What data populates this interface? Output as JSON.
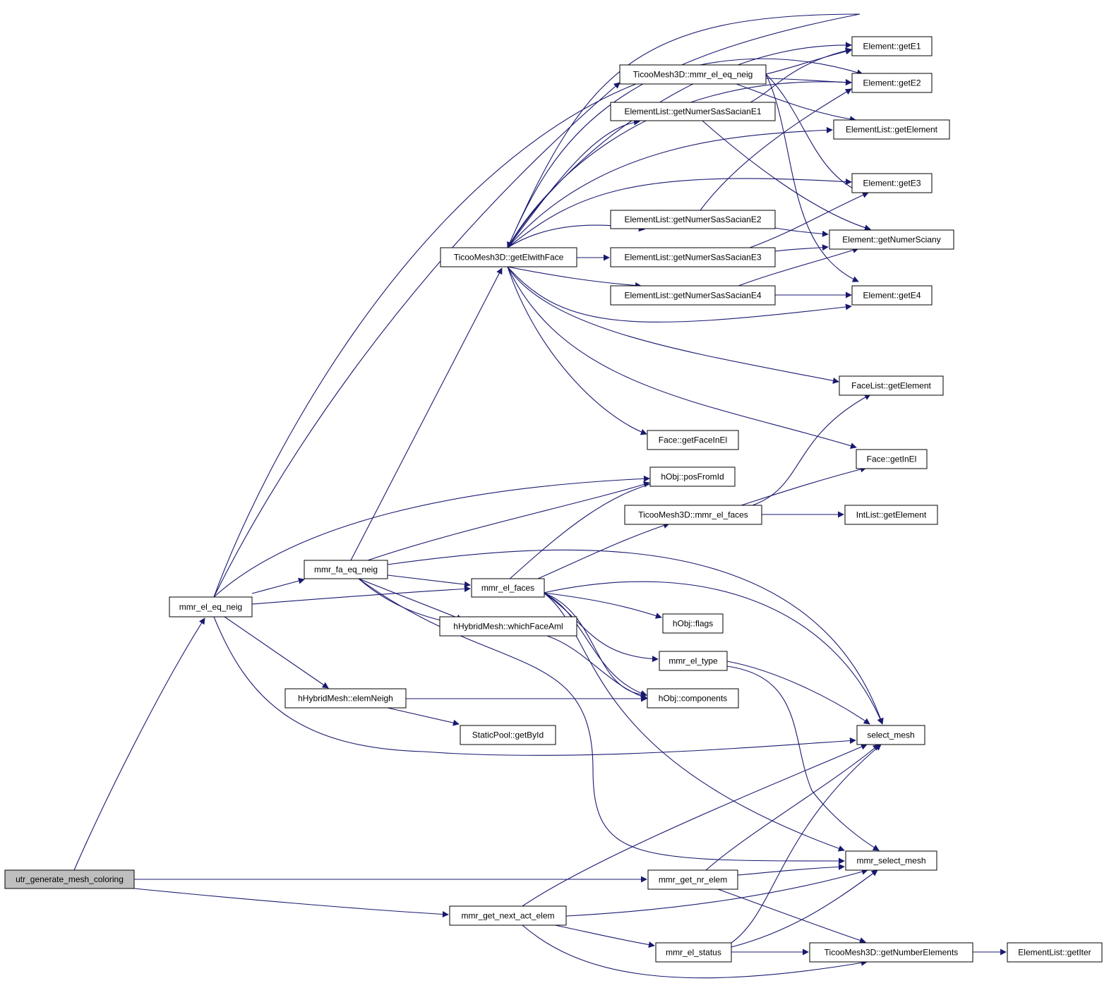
{
  "diagram": {
    "type": "call-graph",
    "root_fill": "#bfbfbf",
    "edge_color": "#191970",
    "nodes": [
      {
        "id": "utr",
        "label": "utr_generate_mesh_coloring",
        "root": true
      },
      {
        "id": "eqneig",
        "label": "mmr_el_eq_neig"
      },
      {
        "id": "faeqneig",
        "label": "mmr_fa_eq_neig"
      },
      {
        "id": "elfaces",
        "label": "mmr_el_faces"
      },
      {
        "id": "getElwithFace",
        "label": "TicooMesh3D::getElwithFace"
      },
      {
        "id": "tm_eqneig",
        "label": "TicooMesh3D::mmr_el_eq_neig"
      },
      {
        "id": "sas1",
        "label": "ElementList::getNumerSasSacianE1"
      },
      {
        "id": "sas2",
        "label": "ElementList::getNumerSasSacianE2"
      },
      {
        "id": "sas3",
        "label": "ElementList::getNumerSasSacianE3"
      },
      {
        "id": "sas4",
        "label": "ElementList::getNumerSasSacianE4"
      },
      {
        "id": "getE1",
        "label": "Element::getE1"
      },
      {
        "id": "getE2",
        "label": "Element::getE2"
      },
      {
        "id": "elList_getElement",
        "label": "ElementList::getElement"
      },
      {
        "id": "getE3",
        "label": "Element::getE3"
      },
      {
        "id": "getNumerSciany",
        "label": "Element::getNumerSciany"
      },
      {
        "id": "getE4",
        "label": "Element::getE4"
      },
      {
        "id": "faceList_getElement",
        "label": "FaceList::getElement"
      },
      {
        "id": "getFaceInEl",
        "label": "Face::getFaceInEl"
      },
      {
        "id": "getInEl",
        "label": "Face::getInEl"
      },
      {
        "id": "posFromId",
        "label": "hObj::posFromId"
      },
      {
        "id": "tm_elfaces",
        "label": "TicooMesh3D::mmr_el_faces"
      },
      {
        "id": "intList_getElement",
        "label": "IntList::getElement"
      },
      {
        "id": "whichFaceAml",
        "label": "hHybridMesh::whichFaceAml"
      },
      {
        "id": "flags",
        "label": "hObj::flags"
      },
      {
        "id": "eltype",
        "label": "mmr_el_type"
      },
      {
        "id": "elemNeigh",
        "label": "hHybridMesh::elemNeigh"
      },
      {
        "id": "components",
        "label": "hObj::components"
      },
      {
        "id": "getById",
        "label": "StaticPool::getById"
      },
      {
        "id": "select_mesh",
        "label": "select_mesh"
      },
      {
        "id": "mmr_select_mesh",
        "label": "mmr_select_mesh"
      },
      {
        "id": "nr_elem",
        "label": "mmr_get_nr_elem"
      },
      {
        "id": "next_act",
        "label": "mmr_get_next_act_elem"
      },
      {
        "id": "elstatus",
        "label": "mmr_el_status"
      },
      {
        "id": "getNumberElements",
        "label": "TicooMesh3D::getNumberElements"
      },
      {
        "id": "getIter",
        "label": "ElementList::getIter"
      }
    ]
  }
}
